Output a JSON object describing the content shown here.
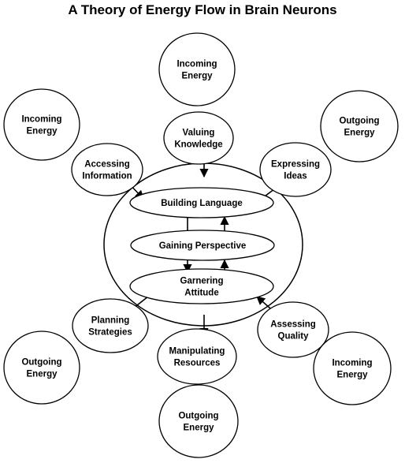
{
  "title": "A Theory of Energy Flow in Brain Neurons",
  "nodes": {
    "incoming_top": [
      "Incoming",
      "Energy"
    ],
    "incoming_left": [
      "Incoming",
      "Energy"
    ],
    "outgoing_right": [
      "Outgoing",
      "Energy"
    ],
    "valuing_knowledge": [
      "Valuing",
      "Knowledge"
    ],
    "accessing_information": [
      "Accessing",
      "Information"
    ],
    "expressing_ideas": [
      "Expressing",
      "Ideas"
    ],
    "building_language": [
      "Building Language"
    ],
    "gaining_perspective": [
      "Gaining Perspective"
    ],
    "garnering_attitude": [
      "Garnering",
      "Attitude"
    ],
    "planning_strategies": [
      "Planning",
      "Strategies"
    ],
    "assessing_quality": [
      "Assessing",
      "Quality"
    ],
    "manipulating_resources": [
      "Manipulating",
      "Resources"
    ],
    "outgoing_left": [
      "Outgoing",
      "Energy"
    ],
    "incoming_right": [
      "Incoming",
      "Energy"
    ],
    "outgoing_bottom": [
      "Outgoing",
      "Energy"
    ]
  },
  "colors": {
    "stroke": "#000000",
    "fill": "#ffffff",
    "text": "#000000"
  }
}
